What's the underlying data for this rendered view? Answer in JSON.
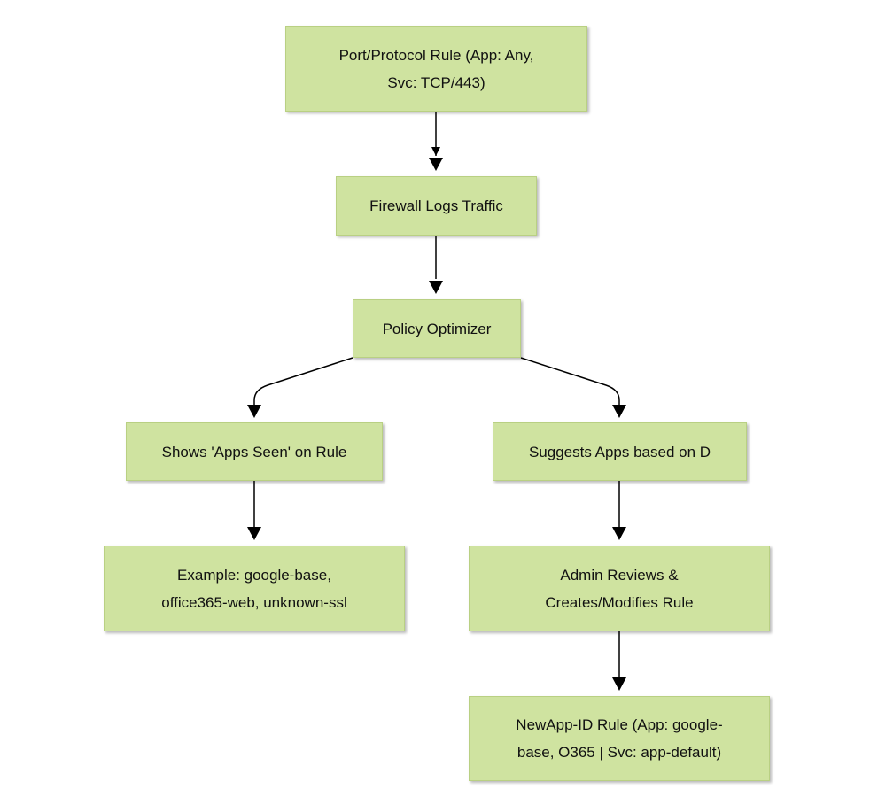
{
  "nodes": {
    "port_rule": {
      "lines": [
        "Port/Protocol Rule (App: Any,",
        "Svc: TCP/443)"
      ]
    },
    "firewall_logs": {
      "lines": [
        "Firewall Logs Traffic"
      ]
    },
    "policy_optimizer": {
      "lines": [
        "Policy Optimizer"
      ]
    },
    "apps_seen": {
      "lines": [
        "Shows 'Apps Seen' on Rule"
      ]
    },
    "suggests_apps": {
      "lines": [
        "Suggests Apps based on D"
      ]
    },
    "example": {
      "lines": [
        "Example: google-base,",
        "office365-web, unknown-ssl"
      ]
    },
    "admin_reviews": {
      "lines": [
        "Admin Reviews &",
        "Creates/Modifies Rule"
      ]
    },
    "new_rule": {
      "lines": [
        "NewApp-ID Rule (App: google-",
        "base, O365 | Svc: app-default)"
      ]
    }
  },
  "colors": {
    "node_fill": "#cfe3a0",
    "node_border": "#b9d083",
    "edge": "#000000"
  }
}
